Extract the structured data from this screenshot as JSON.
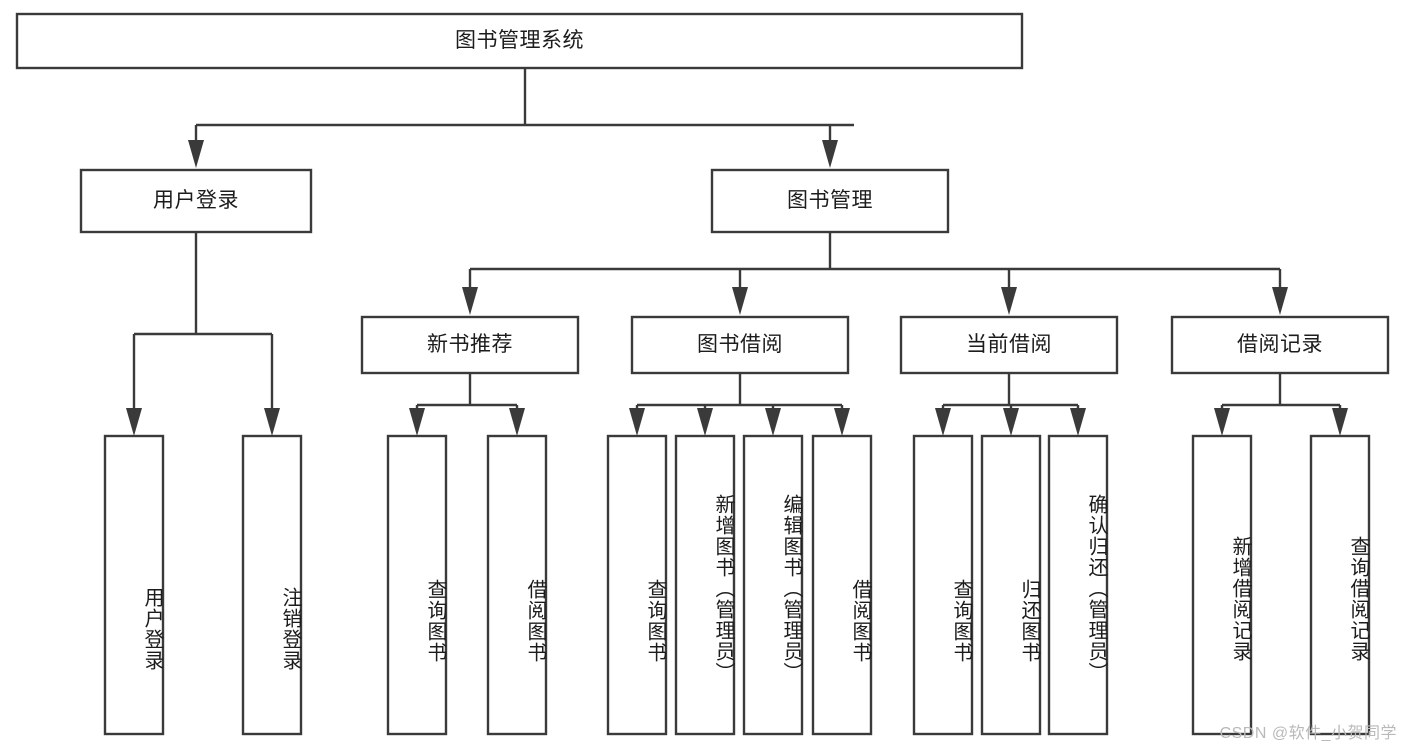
{
  "diagram": {
    "type": "tree-hierarchy",
    "title": "图书管理系统",
    "watermark": "CSDN @软件_小贺同学",
    "colors": {
      "background": "#ffffff",
      "stroke": "#3a3a3a",
      "text": "#1c1c1c",
      "watermark": "#b9b9b9"
    },
    "nodes": {
      "root": {
        "label": "图书管理系统",
        "level": 1,
        "orientation": "horizontal"
      },
      "level2": [
        {
          "id": "user-login",
          "label": "用户登录",
          "orientation": "horizontal"
        },
        {
          "id": "book-management",
          "label": "图书管理",
          "orientation": "horizontal"
        }
      ],
      "level3": [
        {
          "id": "new-book-recommend",
          "label": "新书推荐",
          "orientation": "horizontal"
        },
        {
          "id": "book-borrow",
          "label": "图书借阅",
          "orientation": "horizontal"
        },
        {
          "id": "current-borrow",
          "label": "当前借阅",
          "orientation": "horizontal"
        },
        {
          "id": "borrow-record",
          "label": "借阅记录",
          "orientation": "horizontal"
        }
      ],
      "leaves": [
        {
          "id": "leaf-user-login",
          "label": "用户登录",
          "parent": "user-login",
          "orientation": "vertical"
        },
        {
          "id": "leaf-logout-login",
          "label": "注销登录",
          "parent": "user-login",
          "orientation": "vertical"
        },
        {
          "id": "leaf-query-book-1",
          "label": "查询图书",
          "parent": "new-book-recommend",
          "orientation": "vertical"
        },
        {
          "id": "leaf-borrow-book-1",
          "label": "借阅图书",
          "parent": "new-book-recommend",
          "orientation": "vertical"
        },
        {
          "id": "leaf-query-book-2",
          "label": "查询图书",
          "parent": "book-borrow",
          "orientation": "vertical"
        },
        {
          "id": "leaf-add-book",
          "label": "新增图书（管理员）",
          "parent": "book-borrow",
          "orientation": "vertical"
        },
        {
          "id": "leaf-edit-book",
          "label": "编辑图书（管理员）",
          "parent": "book-borrow",
          "orientation": "vertical"
        },
        {
          "id": "leaf-borrow-book-2",
          "label": "借阅图书",
          "parent": "book-borrow",
          "orientation": "vertical"
        },
        {
          "id": "leaf-query-book-3",
          "label": "查询图书",
          "parent": "current-borrow",
          "orientation": "vertical"
        },
        {
          "id": "leaf-return-book",
          "label": "归还图书",
          "parent": "current-borrow",
          "orientation": "vertical"
        },
        {
          "id": "leaf-confirm-return",
          "label": "确认归还（管理员）",
          "parent": "current-borrow",
          "orientation": "vertical"
        },
        {
          "id": "leaf-add-record",
          "label": "新增借阅记录",
          "parent": "borrow-record",
          "orientation": "vertical"
        },
        {
          "id": "leaf-query-record",
          "label": "查询借阅记录",
          "parent": "borrow-record",
          "orientation": "vertical"
        }
      ]
    }
  }
}
